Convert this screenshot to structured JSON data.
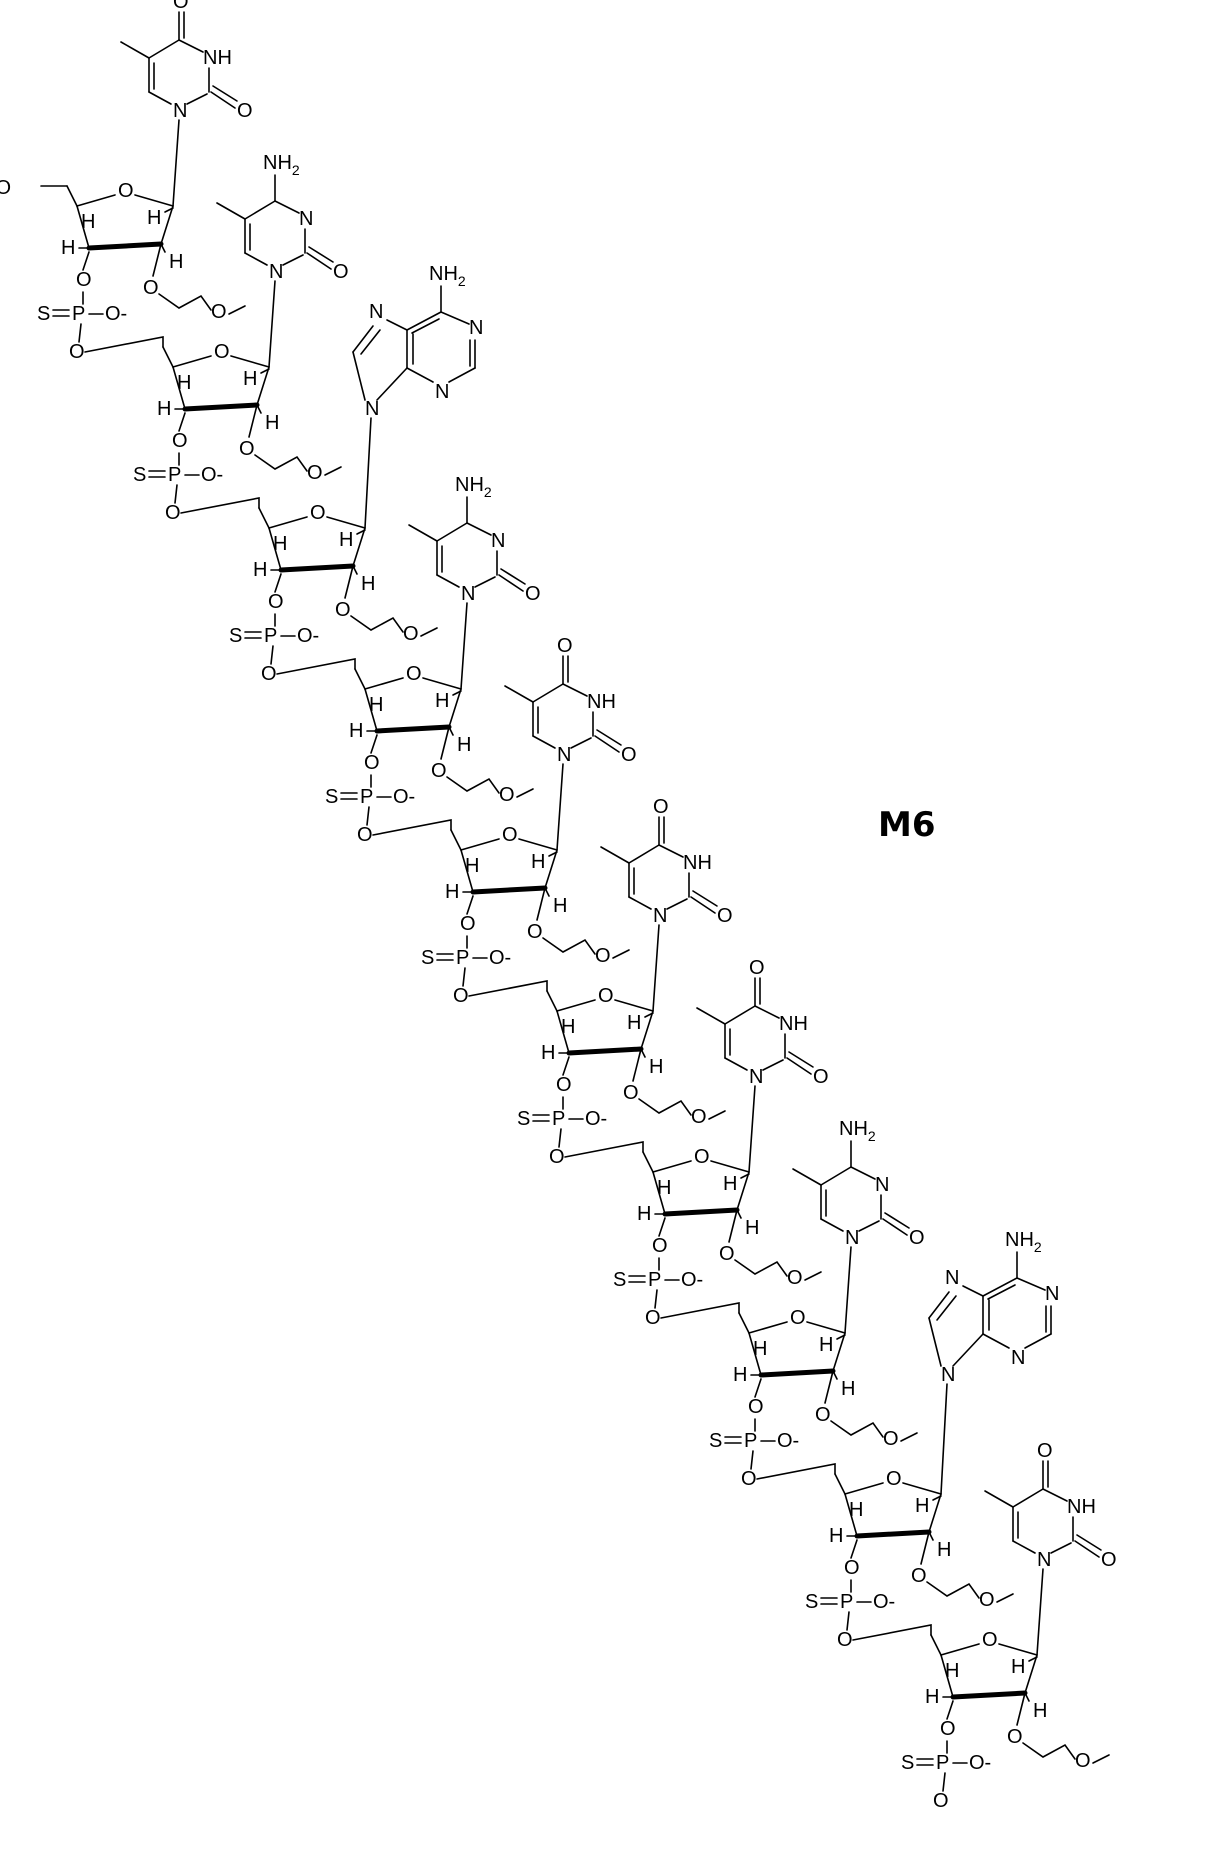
{
  "title": "M6",
  "labels": {
    "oxygen": "O",
    "hydroxyl": "HO",
    "hydrogen": "H",
    "nitrogen": "N",
    "imide": "NH",
    "amine": "NH",
    "amine_subscript": "2",
    "sulfur": "S",
    "phosphorus": "P",
    "oxide_anion": "O-",
    "methoxy_oxygen": "O",
    "charge": "-"
  },
  "bases": [
    "T",
    "C",
    "A",
    "C",
    "T",
    "T",
    "T",
    "C",
    "A",
    "T"
  ],
  "colors": {
    "ink": "#000000",
    "background": "#ffffff"
  }
}
